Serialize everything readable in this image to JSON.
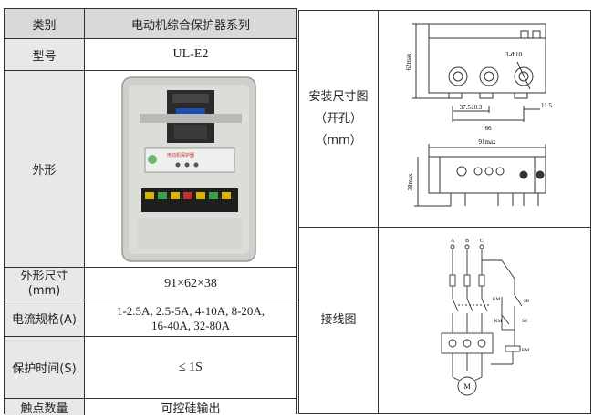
{
  "left_table": {
    "header": {
      "label": "类别",
      "value": "电动机综合保护器系列"
    },
    "rows": [
      {
        "label": "型号",
        "value": "UL-E2"
      },
      {
        "label": "外形",
        "value": ""
      },
      {
        "label": "外形尺寸",
        "label2": "(mm)",
        "value": "91×62×38"
      },
      {
        "label": "电流规格(A)",
        "value": "1-2.5A, 2.5-5A, 4-10A, 8-20A,",
        "value2": "16-40A, 32-80A"
      },
      {
        "label": "保护时间(S)",
        "value": "≤ 1S"
      },
      {
        "label": "触点数量",
        "value": "可控硅输出"
      }
    ]
  },
  "right_table": {
    "install": {
      "label1": "安装尺寸图",
      "label2": "（开孔）",
      "label3": "（mm）"
    },
    "wiring": {
      "label": "接线图"
    }
  },
  "dimension_drawing": {
    "height_label": "62max",
    "hole_label": "3-Φ10",
    "spacing_label": "37.5±0.3",
    "width_label": "66",
    "edge_label": "11.5",
    "top_width_label": "91max",
    "depth_label": "38max"
  },
  "device_photo": {
    "panel_text": "电动机保护器"
  },
  "wiring_diagram": {
    "phases": [
      "A",
      "B",
      "C"
    ],
    "labels": {
      "km": "KM",
      "sb1": "SB",
      "sb2": "SB",
      "km2": "KM",
      "km3": "KM",
      "motor": "M"
    }
  }
}
